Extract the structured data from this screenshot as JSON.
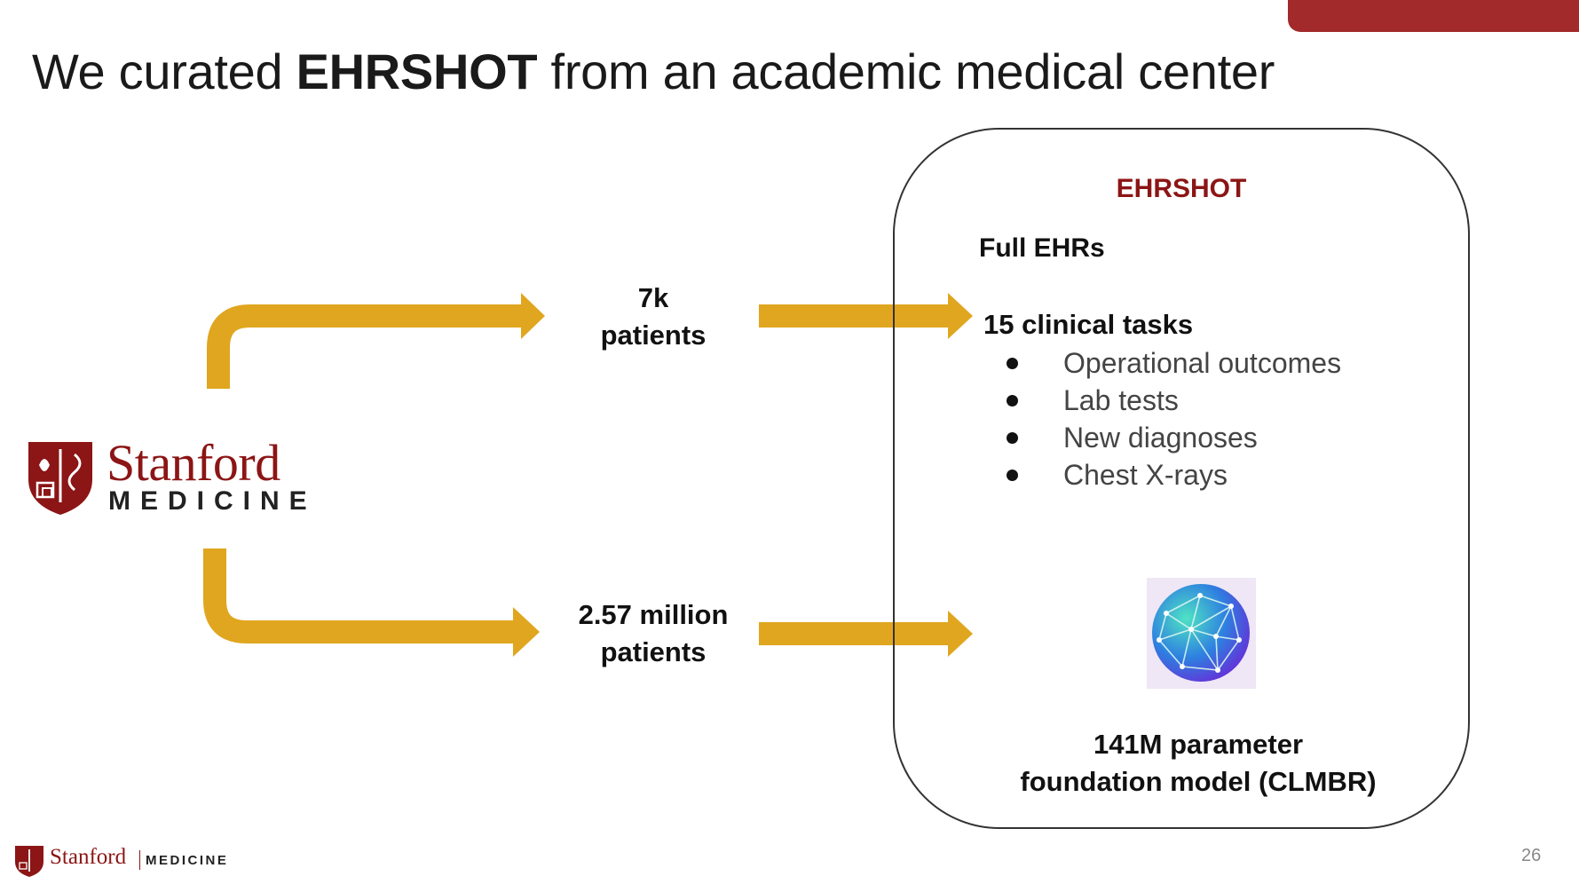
{
  "slide": {
    "title_prefix": "We curated ",
    "title_bold": "EHRSHOT",
    "title_suffix": " from an academic medical center",
    "page_number": "26"
  },
  "logo": {
    "word1": "Stanford",
    "word2": "MEDICINE"
  },
  "flows": [
    {
      "line1": "7k",
      "line2": "patients"
    },
    {
      "line1": "2.57 million",
      "line2": "patients"
    }
  ],
  "panel": {
    "title": "EHRSHOT",
    "full_ehrs": "Full EHRs",
    "tasks_heading": "15 clinical tasks",
    "tasks": [
      "Operational outcomes",
      "Lab tests",
      "New diagnoses",
      "Chest X-rays"
    ],
    "model_caption_line1": "141M parameter",
    "model_caption_line2": "foundation model (CLMBR)"
  },
  "footer": {
    "stanford": "Stanford",
    "medicine": "MEDICINE"
  },
  "colors": {
    "brand_red": "#8c1515",
    "arrow_gold": "#e0a61f",
    "accent_bar": "#a22a2b"
  },
  "icons": [
    "shield-icon",
    "neural-sphere-icon"
  ]
}
